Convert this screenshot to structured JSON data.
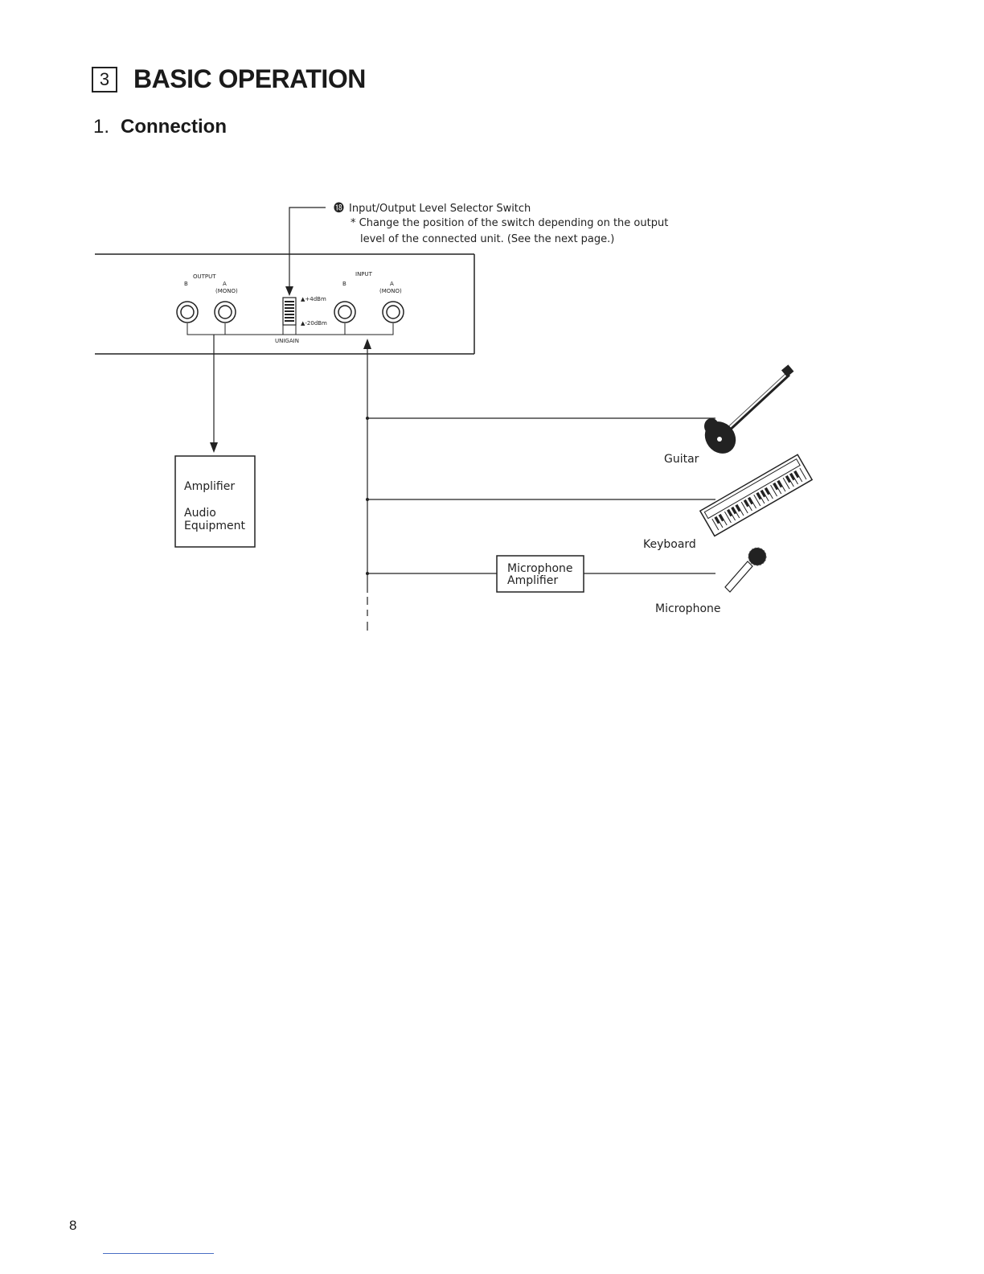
{
  "section": {
    "number": "3",
    "title": "BASIC OPERATION"
  },
  "subsection": {
    "number": "1.",
    "title": "Connection"
  },
  "callout": {
    "marker": "⓲",
    "title": "Input/Output Level Selector Switch",
    "note_line1": "* Change the position of the switch depending on the output",
    "note_line2": "level of the connected unit. (See the next page.)"
  },
  "panel": {
    "output_label": "OUTPUT",
    "input_label": "INPUT",
    "jack_b": "B",
    "jack_a": "A",
    "mono": "(MONO)",
    "level_high": "▲+4dBm",
    "level_low": "▲-20dBm",
    "unigain": "UNIGAIN"
  },
  "boxes": {
    "amplifier_line1": "Amplifier",
    "amplifier_line2": "Audio",
    "amplifier_line3": "Equipment",
    "mic_amp_line1": "Microphone",
    "mic_amp_line2": "Amplifier"
  },
  "devices": {
    "guitar": "Guitar",
    "keyboard": "Keyboard",
    "microphone": "Microphone"
  },
  "page_number": "8"
}
